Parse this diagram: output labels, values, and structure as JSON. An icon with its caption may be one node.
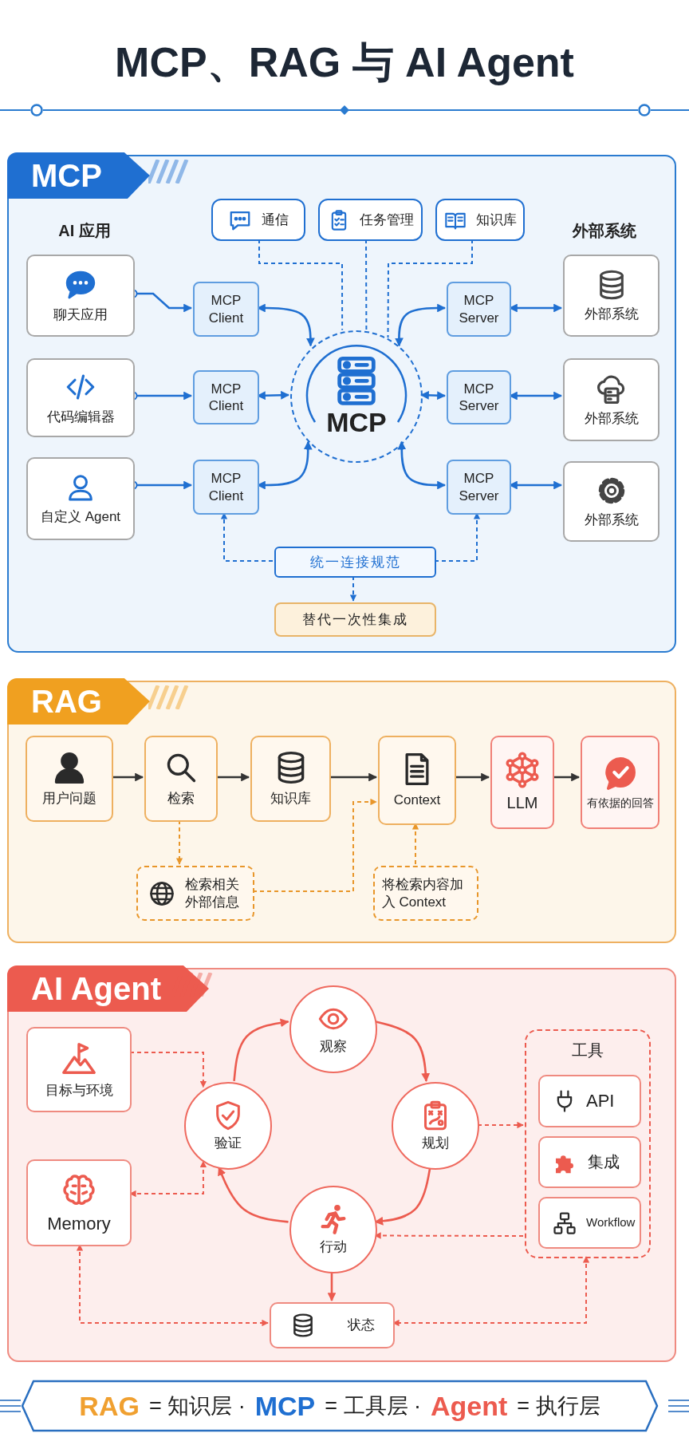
{
  "diagram": {
    "title": "MCP、RAG 与 AI Agent",
    "nodes": [
      {
        "text": [
          "MCP"
        ]
      },
      {
        "text": [
          "通信"
        ],
        "in": 0
      },
      {
        "text": [
          "任务管理"
        ],
        "in": 0
      },
      {
        "text": [
          "知识库"
        ],
        "in": 0
      },
      {
        "text": [
          "聊天应用"
        ],
        "in": 0
      },
      {
        "text": [
          "MCP Client"
        ],
        "in": 0
      },
      {
        "text": [
          "MCP"
        ],
        "in": 0
      },
      {
        "text": [
          "MCP Server"
        ],
        "in": 0
      },
      {
        "text": [
          "外部系统"
        ],
        "in": 0
      },
      {
        "text": [
          "代码编辑器"
        ],
        "in": 0
      },
      {
        "text": [
          "MCP Client"
        ],
        "in": 0
      },
      {
        "text": [
          "MCP Server"
        ],
        "in": 0
      },
      {
        "text": [
          "外部系统"
        ],
        "in": 0
      },
      {
        "text": [
          "自定义 Agent"
        ],
        "in": 0
      },
      {
        "text": [
          "MCP Client"
        ],
        "in": 0
      },
      {
        "text": [
          "MCP Server"
        ],
        "in": 0
      },
      {
        "text": [
          "外部系统"
        ],
        "in": 0
      },
      {
        "text": [
          "统一连接规范"
        ],
        "in": 0
      },
      {
        "text": [
          "替代一次性集成"
        ],
        "in": 0
      },
      {
        "text": [
          "RAG"
        ]
      },
      {
        "text": [
          "用户问题"
        ],
        "in": 19
      },
      {
        "text": [
          "检索"
        ],
        "in": 19
      },
      {
        "text": [
          "知识库"
        ],
        "in": 19
      },
      {
        "text": [
          "Context"
        ],
        "in": 19
      },
      {
        "text": [
          "LLM"
        ],
        "in": 19
      },
      {
        "text": [
          "有依据的回答"
        ],
        "in": 19
      },
      {
        "text": [
          "检索相关外部信息"
        ],
        "in": 19
      },
      {
        "text": [
          "将检索内容加入 Context"
        ],
        "in": 19
      },
      {
        "text": [
          "AI Agent"
        ]
      },
      {
        "text": [
          "目标与环境"
        ],
        "in": 28
      },
      {
        "text": [
          "观察"
        ],
        "in": 28
      },
      {
        "text": [
          "验证"
        ],
        "in": 28
      },
      {
        "text": [
          "规划"
        ],
        "in": 28
      },
      {
        "text": [
          "工具"
        ],
        "in": 28
      },
      {
        "text": [
          "API"
        ],
        "in": 33
      },
      {
        "text": [
          "集成"
        ],
        "in": 33
      },
      {
        "text": [
          "Workflow"
        ],
        "in": 33
      },
      {
        "text": [
          "Memory"
        ],
        "in": 28
      },
      {
        "text": [
          "行动"
        ],
        "in": 28
      },
      {
        "text": [
          "状态"
        ],
        "in": 28
      },
      {
        "text": [
          "RAG",
          "= 知识层 ·",
          "MCP",
          "= 工具层 ·",
          "Agent",
          "= 执行层"
        ]
      }
    ],
    "edges": [
      {
        "from": 4,
        "to": 5,
        "arrow": "to"
      },
      {
        "from": 5,
        "to": 6,
        "arrow": "both"
      },
      {
        "from": 6,
        "to": 7,
        "arrow": "both"
      },
      {
        "from": 7,
        "to": 8,
        "arrow": "both"
      },
      {
        "from": 9,
        "to": 10,
        "arrow": "to"
      },
      {
        "from": 10,
        "to": 6,
        "arrow": "both"
      },
      {
        "from": 6,
        "to": 11,
        "arrow": "both"
      },
      {
        "from": 11,
        "to": 12,
        "arrow": "both"
      },
      {
        "from": 13,
        "to": 14,
        "arrow": "to"
      },
      {
        "from": 14,
        "to": 6,
        "arrow": "both"
      },
      {
        "from": 6,
        "to": 15,
        "arrow": "both"
      },
      {
        "from": 15,
        "to": 16,
        "arrow": "both"
      },
      {
        "from": 1,
        "to": 6,
        "arrow": "none",
        "style": "dashed"
      },
      {
        "from": 2,
        "to": 6,
        "arrow": "none",
        "style": "dashed"
      },
      {
        "from": 3,
        "to": 6,
        "arrow": "none",
        "style": "dashed"
      },
      {
        "from": 17,
        "to": 14,
        "arrow": "to",
        "style": "dashed"
      },
      {
        "from": 17,
        "to": 15,
        "arrow": "to",
        "style": "dashed"
      },
      {
        "from": 17,
        "to": 18,
        "arrow": "to",
        "style": "dashed"
      },
      {
        "from": 20,
        "to": 21,
        "arrow": "to",
        "color": "#333333"
      },
      {
        "from": 21,
        "to": 22,
        "arrow": "to",
        "color": "#333333"
      },
      {
        "from": 22,
        "to": 23,
        "arrow": "to",
        "color": "#333333"
      },
      {
        "from": 23,
        "to": 24,
        "arrow": "to",
        "color": "#333333"
      },
      {
        "from": 24,
        "to": 25,
        "arrow": "to",
        "color": "#333333"
      },
      {
        "from": 21,
        "to": 26,
        "arrow": "to",
        "style": "dashed",
        "color": "#e8962a"
      },
      {
        "from": 26,
        "to": 23,
        "arrow": "to",
        "style": "dashed",
        "color": "#e8962a"
      },
      {
        "from": 27,
        "to": 23,
        "arrow": "to",
        "style": "dashed",
        "color": "#e8962a"
      },
      {
        "from": 29,
        "to": 31,
        "arrow": "to",
        "style": "dashed",
        "color": "#ec5b4f"
      },
      {
        "from": 30,
        "to": 32,
        "arrow": "to",
        "color": "#ec5b4f"
      },
      {
        "from": 32,
        "to": 38,
        "arrow": "to",
        "color": "#ec5b4f"
      },
      {
        "from": 38,
        "to": 31,
        "arrow": "to",
        "color": "#ec5b4f"
      },
      {
        "from": 31,
        "to": 30,
        "arrow": "to",
        "color": "#ec5b4f"
      },
      {
        "from": 32,
        "to": 33,
        "arrow": "to",
        "style": "dashed",
        "color": "#ec5b4f"
      },
      {
        "from": 33,
        "to": 38,
        "arrow": "to",
        "style": "dashed",
        "color": "#ec5b4f"
      },
      {
        "from": 37,
        "to": 31,
        "arrow": "both",
        "style": "dashed",
        "color": "#ec5b4f"
      },
      {
        "from": 38,
        "to": 39,
        "arrow": "to",
        "color": "#ec5b4f"
      },
      {
        "from": 37,
        "to": 39,
        "arrow": "both",
        "style": "dashed",
        "color": "#ec5b4f"
      },
      {
        "from": 33,
        "to": 39,
        "arrow": "both",
        "style": "dashed",
        "color": "#ec5b4f"
      }
    ],
    "labels": [
      "AI 应用",
      "外部系统"
    ]
  }
}
